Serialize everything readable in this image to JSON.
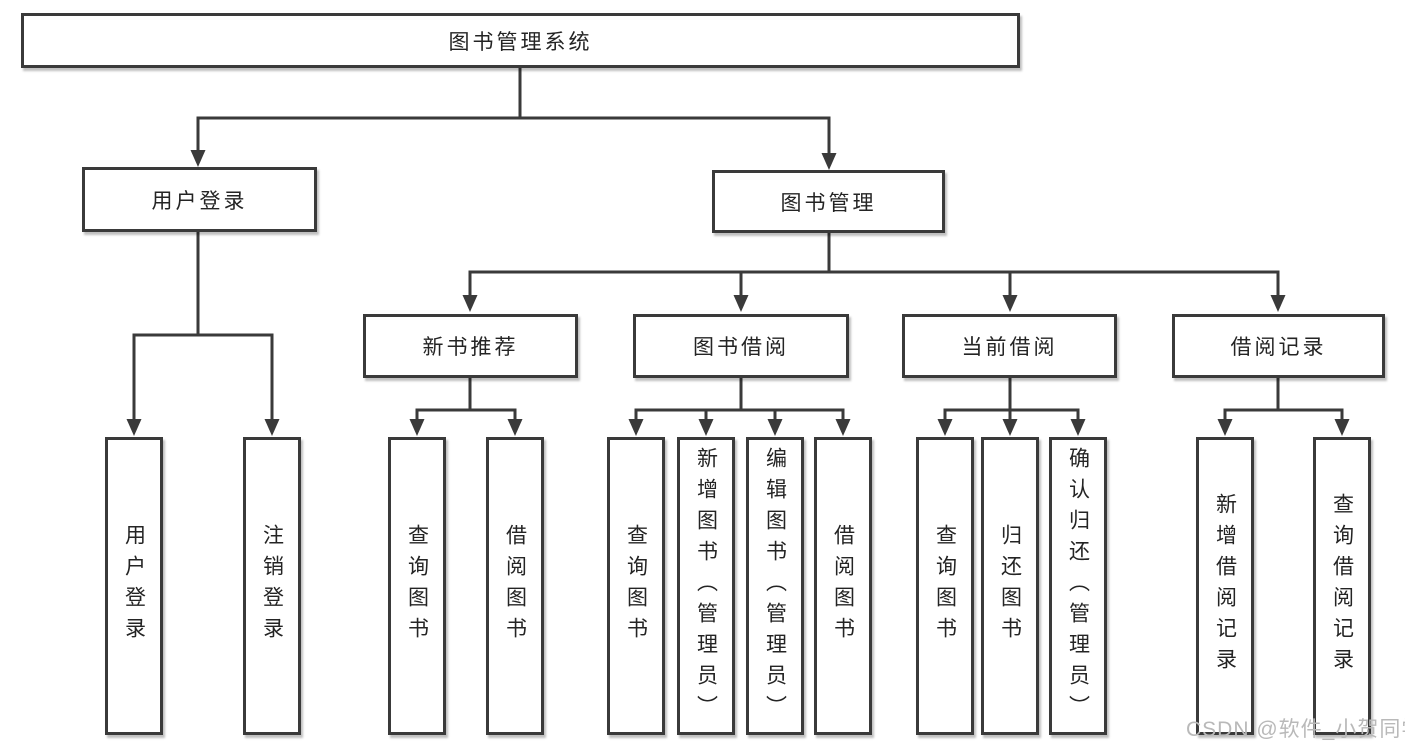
{
  "diagram": {
    "root": {
      "label": "图书管理系统"
    },
    "level2": [
      {
        "label": "用户登录",
        "children": [
          {
            "label": "用户登录"
          },
          {
            "label": "注销登录"
          }
        ]
      },
      {
        "label": "图书管理",
        "children": [
          {
            "label": "新书推荐",
            "children": [
              {
                "label": "查询图书"
              },
              {
                "label": "借阅图书"
              }
            ]
          },
          {
            "label": "图书借阅",
            "children": [
              {
                "label": "查询图书"
              },
              {
                "label": "新增图书（管理员）"
              },
              {
                "label": "编辑图书（管理员）"
              },
              {
                "label": "借阅图书"
              }
            ]
          },
          {
            "label": "当前借阅",
            "children": [
              {
                "label": "查询图书"
              },
              {
                "label": "归还图书"
              },
              {
                "label": "确认归还（管理员）"
              }
            ]
          },
          {
            "label": "借阅记录",
            "children": [
              {
                "label": "新增借阅记录"
              },
              {
                "label": "查询借阅记录"
              }
            ]
          }
        ]
      }
    ]
  },
  "watermark": {
    "label": "CSDN @软件_小贺同学"
  },
  "colors": {
    "line": "#3a3a3a",
    "text": "#242424",
    "box_fill": "#ffffff",
    "background": "#ffffff",
    "watermark": "#b9b9b9"
  }
}
